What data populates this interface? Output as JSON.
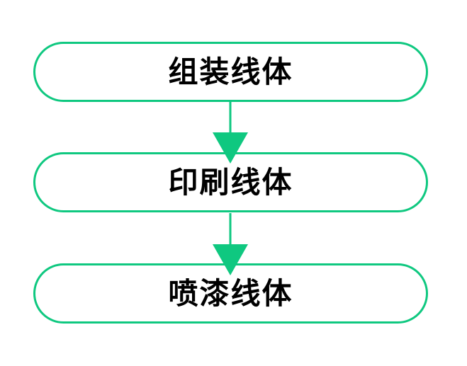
{
  "flowchart": {
    "title": "production-line-flow",
    "direction": "top-down",
    "nodes": [
      {
        "id": "node-assembly-line",
        "label": "组装线体"
      },
      {
        "id": "node-printing-line",
        "label": "印刷线体"
      },
      {
        "id": "node-painting-line",
        "label": "喷漆线体"
      }
    ],
    "edges": [
      {
        "from": 0,
        "to": 1,
        "style": "arrow-down"
      },
      {
        "from": 1,
        "to": 2,
        "style": "arrow-down"
      }
    ],
    "colors": {
      "node_border": "#0FC880",
      "arrow": "#0FC880",
      "text": "#000000",
      "background": "#FFFFFF"
    }
  }
}
